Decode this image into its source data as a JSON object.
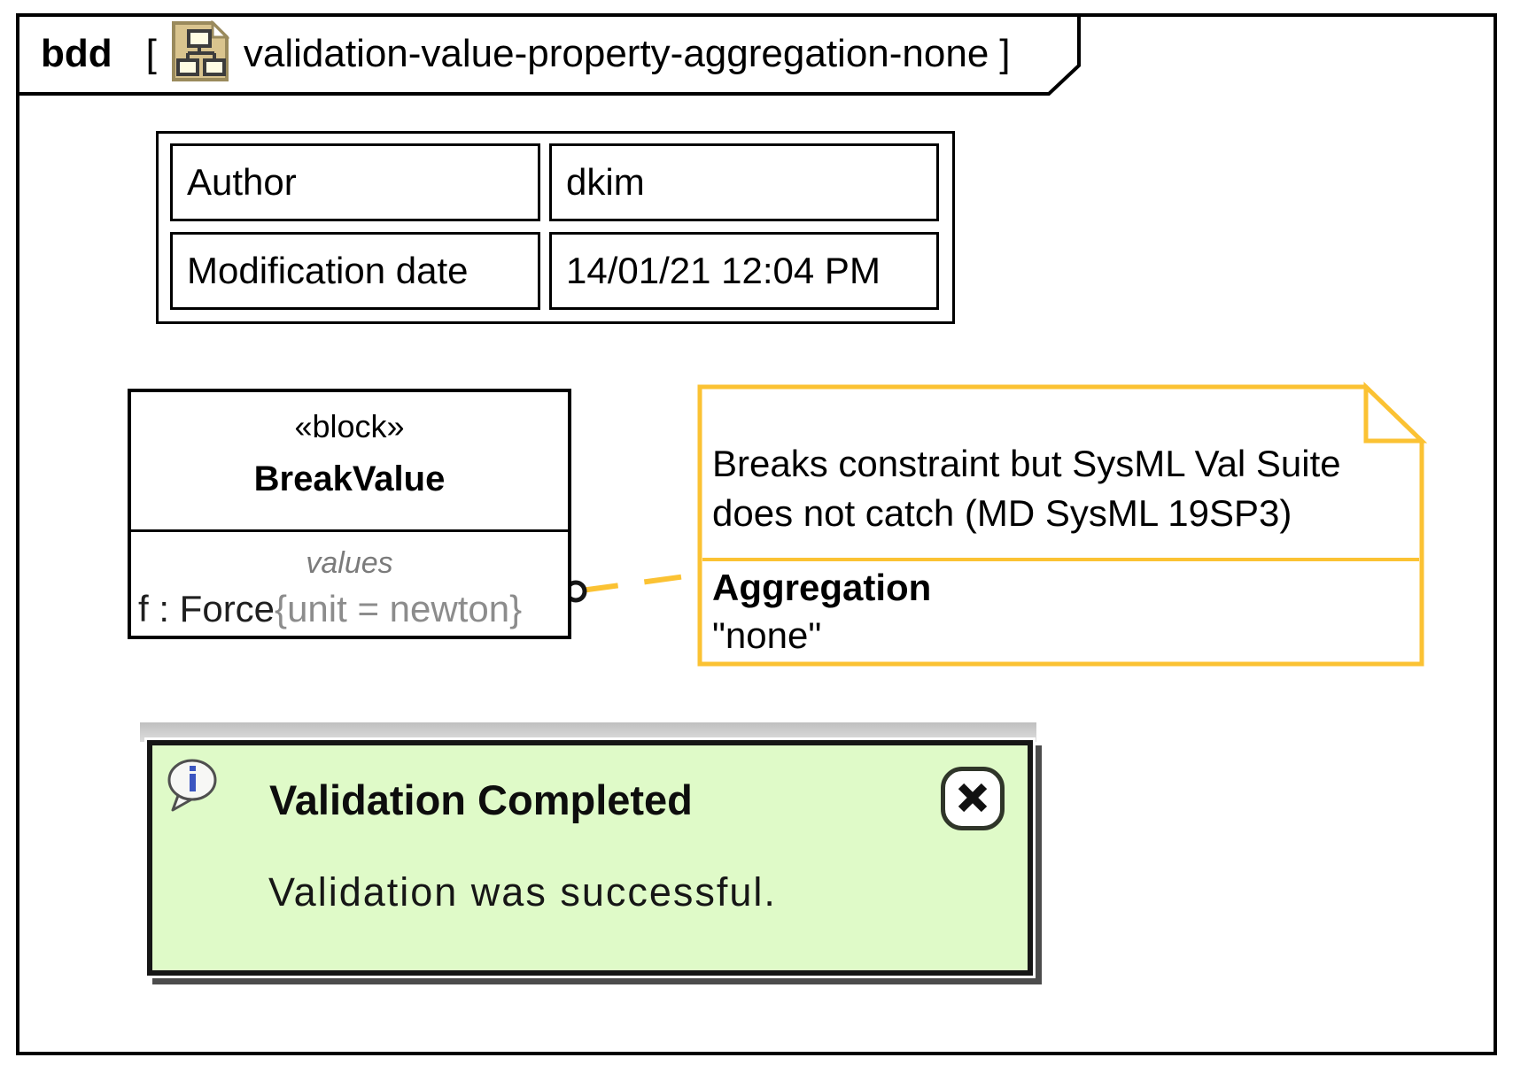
{
  "diagram_frame": {
    "kind": "bdd",
    "bracket_open": "[",
    "name": "validation-value-property-aggregation-none",
    "bracket_close": "]"
  },
  "info_table": {
    "rows": [
      {
        "label": "Author",
        "value": "dkim"
      },
      {
        "label": "Modification date",
        "value": "14/01/21 12:04 PM"
      }
    ]
  },
  "block": {
    "stereotype": "«block»",
    "name": "BreakValue",
    "compartment": "values",
    "value_property": "f : Force",
    "value_modifier": "{unit = newton}"
  },
  "note": {
    "line1": "Breaks constraint but SysML Val Suite",
    "line2": "does not catch (MD SysML 19SP3)",
    "section_title": "Aggregation",
    "section_value": "\"none\""
  },
  "notification": {
    "title": "Validation Completed",
    "message": "Validation was successful."
  },
  "icons": {
    "header": "diagram-document-icon",
    "info": "info-speech-bubble-icon",
    "close": "close-x-icon"
  },
  "colors": {
    "note_border": "#FBC233",
    "connector": "#FBC233",
    "notification_bg": "#DFFAC8",
    "notification_border": "#161616",
    "icon_tan": "#D9C48E",
    "info_icon_blue": "#3B55C0",
    "muted_text": "#8C8C8C"
  }
}
